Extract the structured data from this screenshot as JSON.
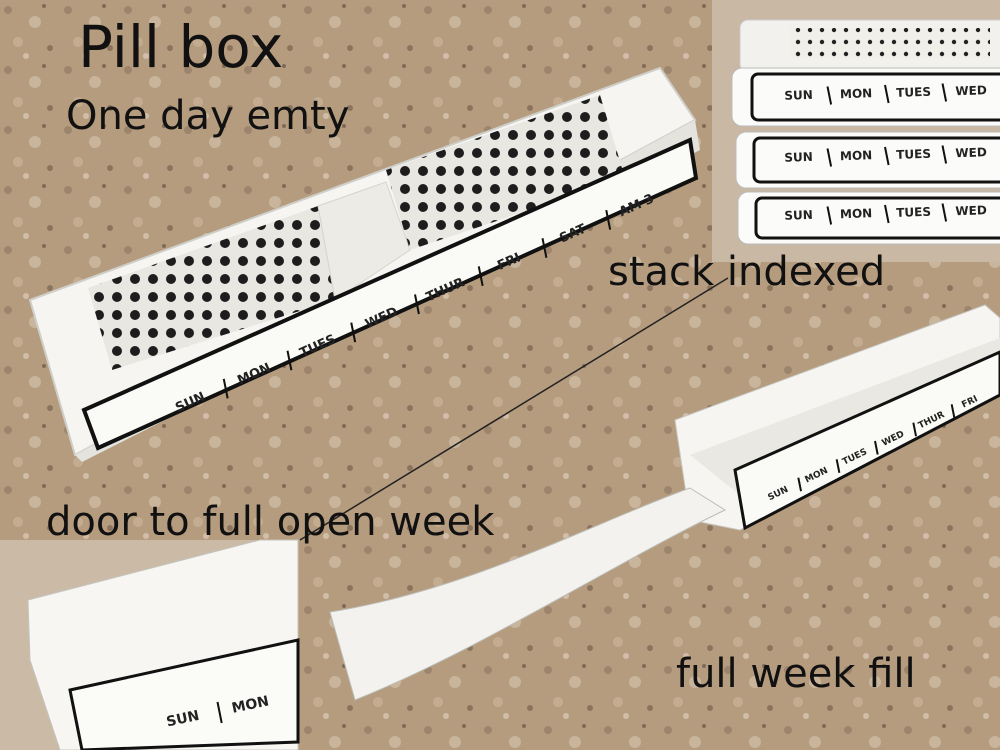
{
  "captions": {
    "title": "Pill box",
    "subtitle": "One day emty",
    "stack": "stack indexed",
    "door": "door to full open week",
    "fill": "full week fill"
  },
  "main_box_labels": [
    "SUN",
    "MON",
    "TUES",
    "WED",
    "THUR",
    "FRI",
    "SAT",
    "AM 3"
  ],
  "stack_labels": [
    "SUN",
    "MON",
    "TUES",
    "WED"
  ],
  "open_box_labels": [
    "SUN",
    "MON",
    "TUES",
    "WED",
    "THUR",
    "FRI"
  ],
  "door_labels": [
    "SUN",
    "MON"
  ],
  "colors": {
    "granite": "#b49a7c",
    "plastic": "#f4f3ef",
    "ink": "#1a1a1a"
  }
}
